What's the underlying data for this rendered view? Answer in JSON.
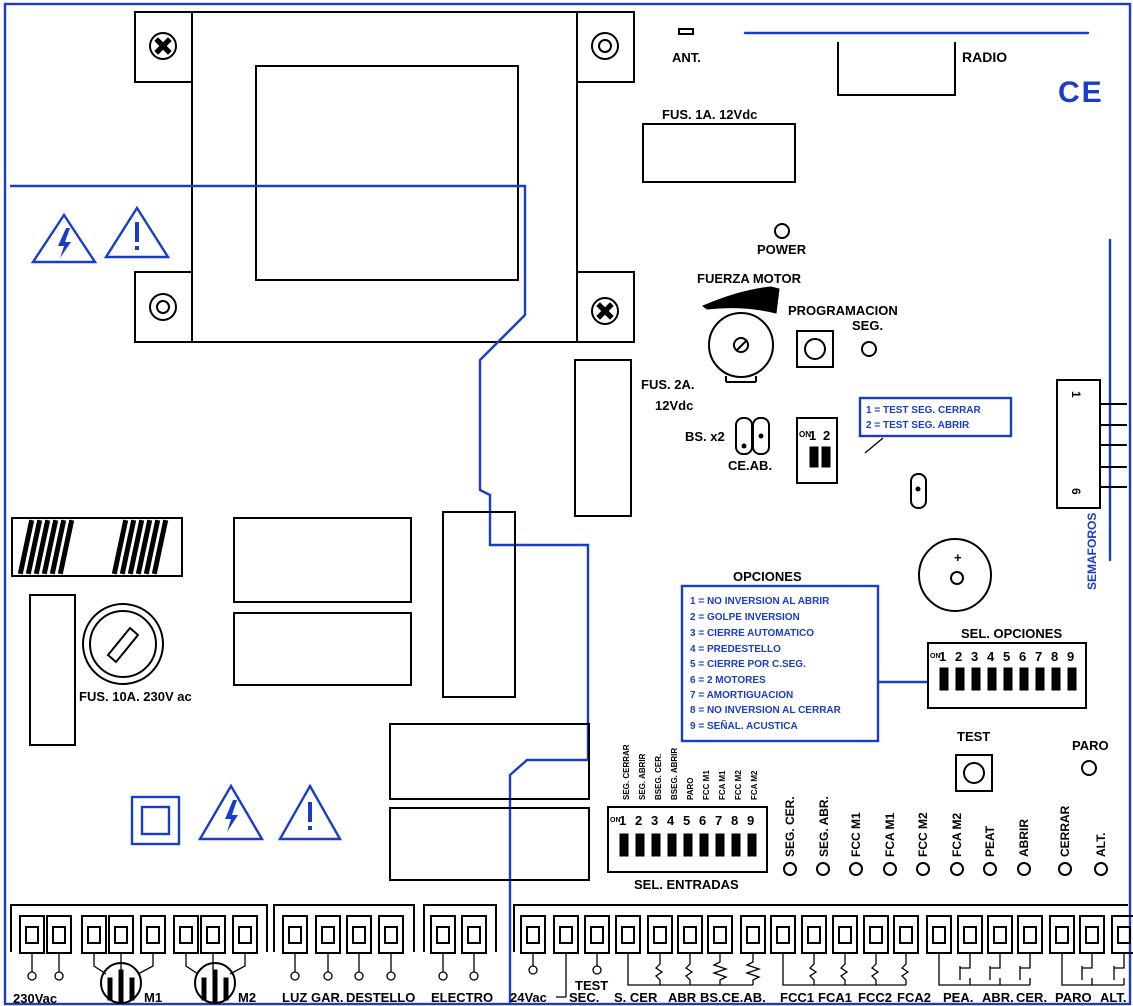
{
  "colors": {
    "blue": "#1a3cc8",
    "black": "#000000",
    "background": "#ffffff"
  },
  "top": {
    "ant": "ANT.",
    "radio": "RADIO",
    "ce_mark": "CE",
    "fuse_1a": "FUS. 1A. 12Vdc",
    "power": "POWER",
    "fuerza_motor": "FUERZA MOTOR",
    "programacion": "PROGRAMACION",
    "seg": "SEG.",
    "fuse_2a_line1": "FUS. 2A.",
    "fuse_2a_line2": "12Vdc",
    "bs_x2": "BS. x2",
    "ce_ab": "CE.AB.",
    "fuse_10a": "FUS. 10A. 230V ac",
    "semaforos": "SEMAFOROS",
    "semaforos_pin_1": "1",
    "semaforos_pin_6": "6"
  },
  "test_switch": {
    "on": "ON",
    "numbers": [
      "1",
      "2"
    ],
    "legend": [
      "1 = TEST SEG. CERRAR",
      "2 = TEST SEG. ABRIR"
    ]
  },
  "opciones": {
    "title": "OPCIONES",
    "items": [
      "1 = NO INVERSION AL ABRIR",
      "2 = GOLPE INVERSION",
      "3 = CIERRE AUTOMATICO",
      "4 = PREDESTELLO",
      "5 = CIERRE POR C.SEG.",
      "6 = 2 MOTORES",
      "7 = AMORTIGUACION",
      "8 = NO INVERSION AL CERRAR",
      "9 = SEÑAL. ACUSTICA"
    ],
    "switch_label": "SEL. OPCIONES",
    "on": "ON",
    "numbers": [
      "1",
      "2",
      "3",
      "4",
      "5",
      "6",
      "7",
      "8",
      "9"
    ]
  },
  "entradas": {
    "vertical_labels": [
      "SEG. CERRAR",
      "SEG. ABRIR",
      "BSEG. CER.",
      "BSEG. ABRIR",
      "PARO",
      "FCC M1",
      "FCA M1",
      "FCC M2",
      "FCA M2"
    ],
    "on": "ON",
    "numbers": [
      "1",
      "2",
      "3",
      "4",
      "5",
      "6",
      "7",
      "8",
      "9"
    ],
    "switch_label": "SEL. ENTRADAS"
  },
  "leds": {
    "labels": [
      "SEG. CER.",
      "SEG. ABR.",
      "FCC M1",
      "FCA M1",
      "FCC M2",
      "FCA M2",
      "PEAT",
      "ABRIR",
      "CERRAR",
      "ALT."
    ],
    "test": "TEST",
    "paro": "PARO"
  },
  "bottom_labels": {
    "vac230": "230Vac",
    "m1": "M1",
    "m2": "M2",
    "luz": "LUZ",
    "gar": "GAR.",
    "destello": "DESTELLO",
    "electro": "ELECTRO",
    "vac24": "24Vac",
    "sec": "SEC.",
    "test": "TEST",
    "s_cer": "S. CER",
    "abr": "ABR",
    "bs_ce_ab": "BS.CE.AB.",
    "fcc1": "FCC1",
    "fca1": "FCA1",
    "fcc2": "FCC2",
    "fca2": "FCA2",
    "pea": "PEA.",
    "abr2": "ABR.",
    "cer": "CER.",
    "paro": "PARO",
    "alt": "ALT."
  }
}
